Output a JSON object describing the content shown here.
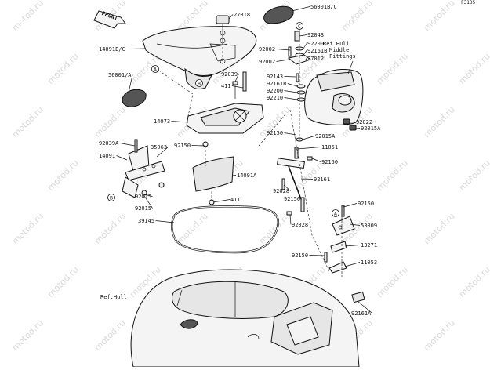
{
  "diagram": {
    "figure_code": "F3135",
    "front_label": "FRONT",
    "callouts": [
      "A",
      "B",
      "C"
    ],
    "ref_hull_middle": "Ref.Hull\nMiddle\nFittings",
    "ref_hull": "Ref.Hull",
    "watermark": "motod.ru",
    "part_labels": [
      "56001B/C",
      "27018",
      "92043",
      "92200",
      "92161B",
      "27012",
      "14091B/C",
      "92002",
      "92002",
      "56001/A",
      "92039",
      "411",
      "92143",
      "92161B",
      "92200",
      "92210",
      "14073",
      "92022",
      "92015A",
      "92150",
      "92015A",
      "11051",
      "92039A",
      "35063",
      "14091",
      "92150",
      "92150",
      "14091A",
      "92028",
      "92150",
      "92161",
      "92015",
      "92015",
      "411",
      "92150",
      "39145",
      "92028",
      "53009",
      "13271",
      "92150",
      "11053",
      "92161A"
    ]
  }
}
